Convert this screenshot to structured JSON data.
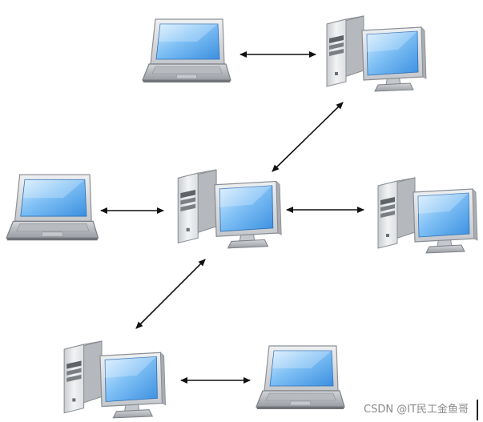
{
  "diagram": {
    "nodes": [
      {
        "id": "laptop-top",
        "kind": "laptop"
      },
      {
        "id": "desktop-top-right",
        "kind": "desktop"
      },
      {
        "id": "laptop-left",
        "kind": "laptop"
      },
      {
        "id": "desktop-center",
        "kind": "desktop"
      },
      {
        "id": "desktop-right",
        "kind": "desktop"
      },
      {
        "id": "desktop-bottom-left",
        "kind": "desktop"
      },
      {
        "id": "laptop-bottom-right",
        "kind": "laptop"
      }
    ],
    "edges": [
      {
        "from": "laptop-top",
        "to": "desktop-top-right",
        "direction": "both"
      },
      {
        "from": "desktop-top-right",
        "to": "desktop-center",
        "direction": "both"
      },
      {
        "from": "laptop-left",
        "to": "desktop-center",
        "direction": "both"
      },
      {
        "from": "desktop-center",
        "to": "desktop-right",
        "direction": "both"
      },
      {
        "from": "desktop-center",
        "to": "desktop-bottom-left",
        "direction": "both"
      },
      {
        "from": "desktop-bottom-left",
        "to": "laptop-bottom-right",
        "direction": "both"
      }
    ]
  },
  "watermark": "CSDN @IT民工金鱼哥"
}
